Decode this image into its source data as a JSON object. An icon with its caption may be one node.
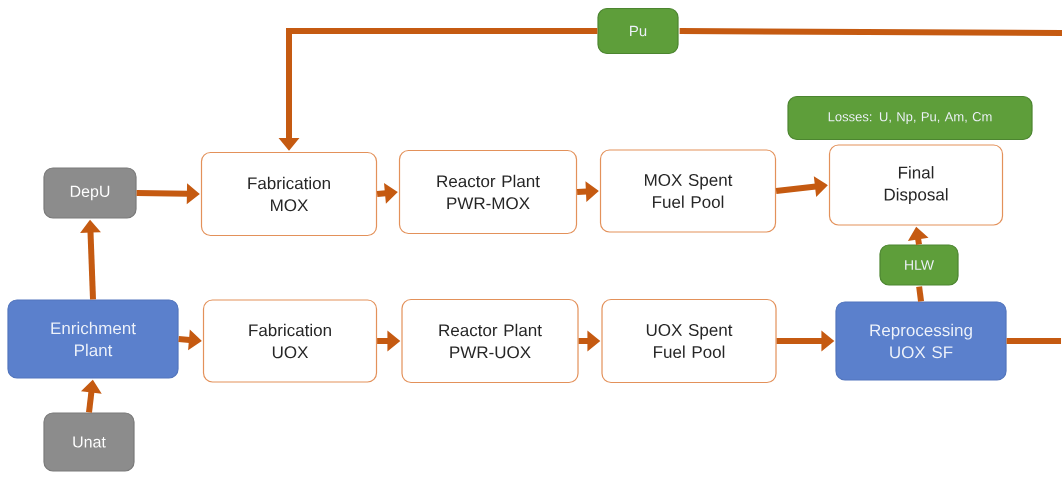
{
  "diagram": {
    "nodes": [
      {
        "text": [
          "Pu"
        ]
      },
      {
        "text": [
          "DepU"
        ]
      },
      {
        "text": [
          "Fabrication MOX"
        ]
      },
      {
        "text": [
          "Reactor Plant PWR-MOX"
        ]
      },
      {
        "text": [
          "MOX Spent Fuel Pool"
        ]
      },
      {
        "text": [
          "Losses: U, Np, Pu, Am, Cm"
        ]
      },
      {
        "text": [
          "Final Disposal"
        ]
      },
      {
        "text": [
          "HLW"
        ]
      },
      {
        "text": [
          "Enrichment Plant"
        ]
      },
      {
        "text": [
          "Fabrication UOX"
        ]
      },
      {
        "text": [
          "Reactor Plant PWR-UOX"
        ]
      },
      {
        "text": [
          "UOX Spent Fuel Pool"
        ]
      },
      {
        "text": [
          "Reprocessing UOX SF"
        ]
      },
      {
        "text": [
          "Unat"
        ]
      }
    ],
    "edges": [
      {
        "from": 12,
        "to": null,
        "arrow": "none"
      },
      {
        "from": null,
        "to": 0,
        "arrow": "none"
      },
      {
        "from": 0,
        "to": 2,
        "arrow": "to"
      },
      {
        "from": 1,
        "to": 2,
        "arrow": "to"
      },
      {
        "from": 2,
        "to": 3,
        "arrow": "to"
      },
      {
        "from": 3,
        "to": 4,
        "arrow": "to"
      },
      {
        "from": 4,
        "to": 6,
        "arrow": "to"
      },
      {
        "from": 13,
        "to": 8,
        "arrow": "to"
      },
      {
        "from": 8,
        "to": 1,
        "arrow": "to"
      },
      {
        "from": 8,
        "to": 9,
        "arrow": "to"
      },
      {
        "from": 9,
        "to": 10,
        "arrow": "to"
      },
      {
        "from": 10,
        "to": 11,
        "arrow": "to"
      },
      {
        "from": 11,
        "to": 12,
        "arrow": "to"
      },
      {
        "from": 12,
        "to": 7,
        "arrow": "none"
      },
      {
        "from": 7,
        "to": 6,
        "arrow": "to"
      }
    ]
  }
}
